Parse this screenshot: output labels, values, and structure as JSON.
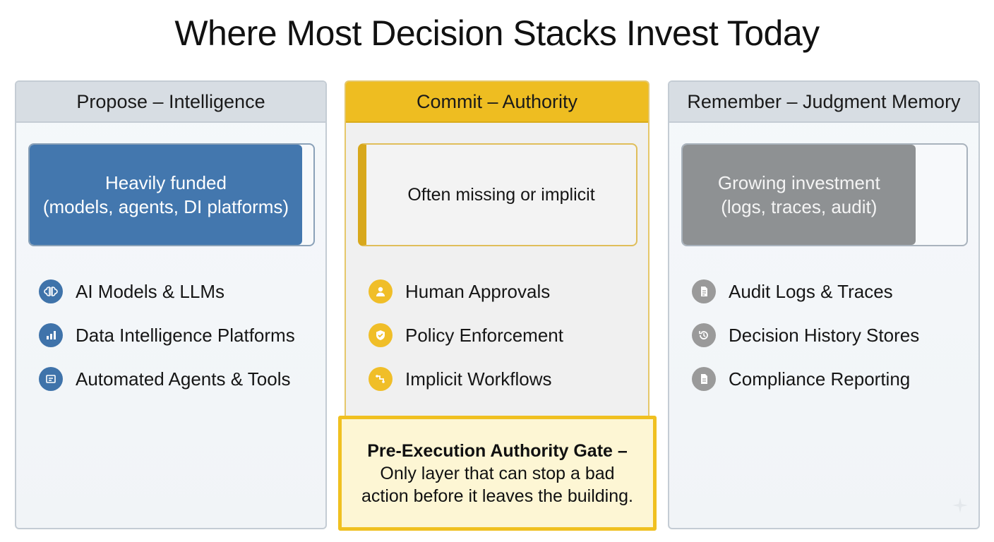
{
  "title": "Where Most Decision Stacks Invest Today",
  "columns": [
    {
      "header": "Propose – Intelligence",
      "panel_lines": [
        "Heavily funded",
        "(models, agents, DI platforms)"
      ],
      "panel_fill_fraction": 0.96,
      "items": [
        {
          "label": "AI Models & LLMs",
          "icon": "brain-icon"
        },
        {
          "label": "Data Intelligence Platforms",
          "icon": "bar-chart-icon"
        },
        {
          "label": "Automated Agents & Tools",
          "icon": "tools-icon"
        }
      ]
    },
    {
      "header": "Commit – Authority",
      "panel_text": "Often missing or implicit",
      "items": [
        {
          "label": "Human Approvals",
          "icon": "person-icon"
        },
        {
          "label": "Policy Enforcement",
          "icon": "shield-check-icon"
        },
        {
          "label": "Implicit Workflows",
          "icon": "workflow-icon"
        }
      ]
    },
    {
      "header": "Remember – Judgment Memory",
      "panel_lines": [
        "Growing investment",
        "(logs, traces, audit)"
      ],
      "panel_fill_fraction": 0.82,
      "items": [
        {
          "label": "Audit Logs & Traces",
          "icon": "document-icon"
        },
        {
          "label": "Decision History Stores",
          "icon": "history-icon"
        },
        {
          "label": "Compliance Reporting",
          "icon": "report-icon"
        }
      ]
    }
  ],
  "gate": {
    "heading": "Pre-Execution Authority Gate –",
    "lines": [
      "Only layer that can stop a bad",
      "action before it leaves the building."
    ]
  },
  "colors": {
    "intelligence_blue": "#4377ae",
    "authority_gold": "#eebd21",
    "memory_gray": "#8e9193"
  }
}
